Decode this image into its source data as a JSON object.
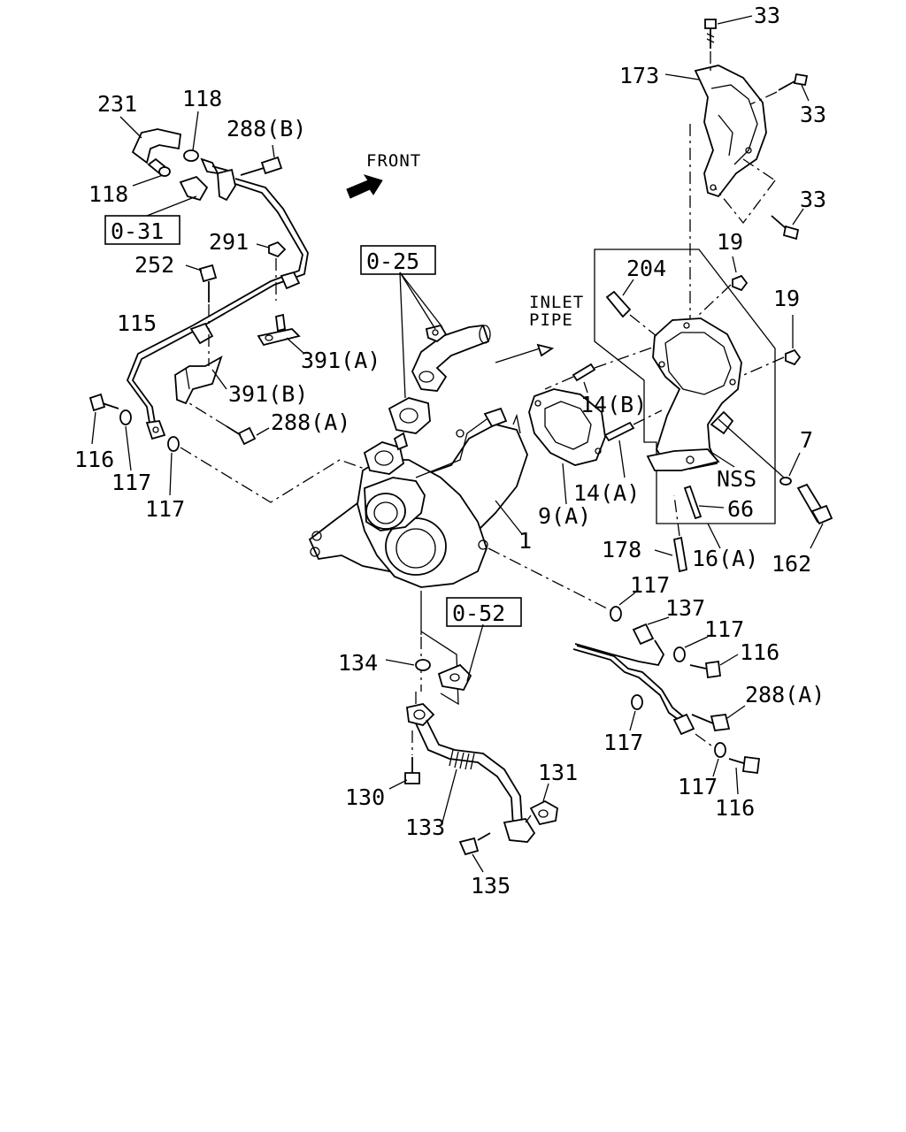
{
  "direction": {
    "front": "FRONT",
    "inlet": "INLET",
    "pipe": "PIPE"
  },
  "refs": {
    "r031": "0-31",
    "r025": "0-25",
    "r052": "0-52"
  },
  "callouts": {
    "c33a": "33",
    "c173": "173",
    "c33b": "33",
    "c33c": "33",
    "c231": "231",
    "c118a": "118",
    "c118b": "118",
    "c288b": "288(B)",
    "c291": "291",
    "c252": "252",
    "c115": "115",
    "c391a": "391(A)",
    "c391b": "391(B)",
    "c288a1": "288(A)",
    "c116a": "116",
    "c117a": "117",
    "c117b": "117",
    "c19a": "19",
    "c19b": "19",
    "c204": "204",
    "c14b": "14(B)",
    "c14a": "14(A)",
    "c9a": "9(A)",
    "c1": "1",
    "c7": "7",
    "cnss": "NSS",
    "c66": "66",
    "c178": "178",
    "c16a": "16(A)",
    "c162": "162",
    "c117c": "117",
    "c137": "137",
    "c117d": "117",
    "c116b": "116",
    "c288a2": "288(A)",
    "c117e": "117",
    "c117f": "117",
    "c116c": "116",
    "c134": "134",
    "c130": "130",
    "c133": "133",
    "c131": "131",
    "c135": "135"
  }
}
